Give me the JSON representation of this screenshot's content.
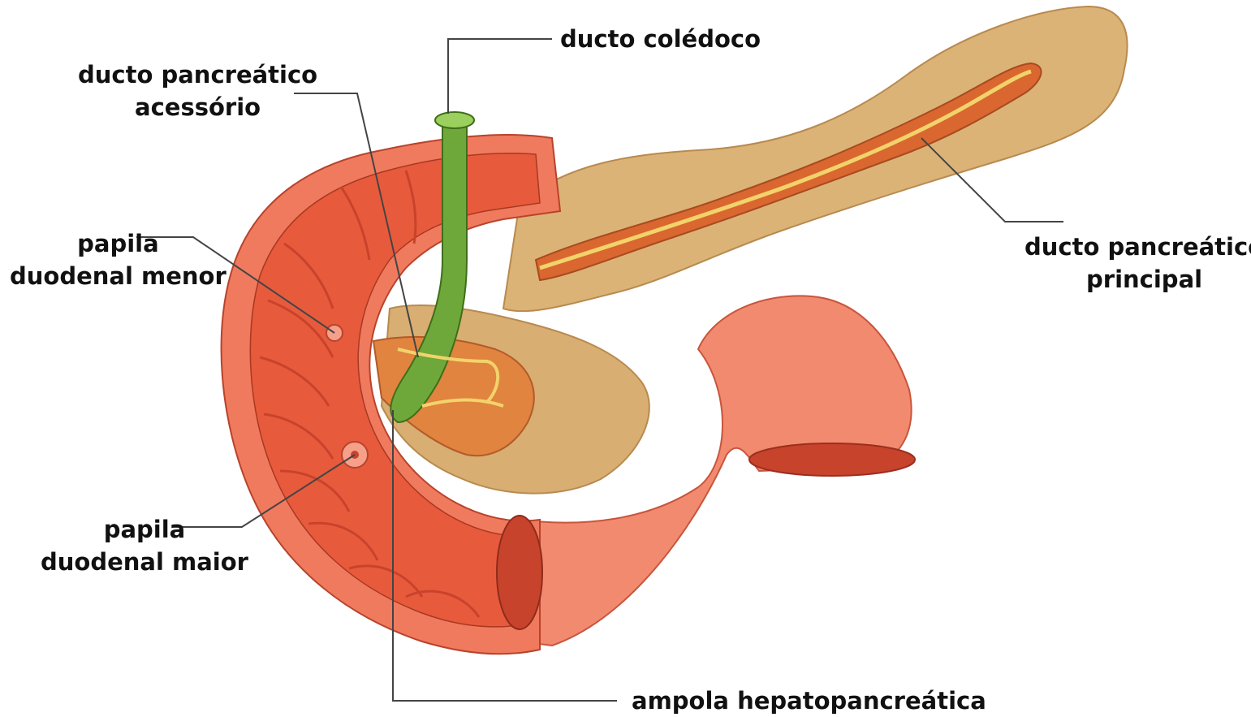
{
  "labels": {
    "common_bile_duct": "ducto colédoco",
    "accessory_duct": [
      "ducto pancreático",
      "acessório"
    ],
    "minor_papilla": [
      "papila",
      "duodenal menor"
    ],
    "major_papilla": [
      "papila",
      "duodenal maior"
    ],
    "main_duct": [
      "ducto pancreático",
      "principal"
    ],
    "ampulla": "ampola hepatopancreática"
  },
  "colors": {
    "pancreas": "#dcb377",
    "pancreas_shade": "#c4965a",
    "duodenum": "#f07a5e",
    "duodenum_inner": "#e85a3c",
    "duodenum_dark": "#c8432c",
    "bile_duct": "#6fa83a",
    "pancreatic_duct": "#f2d36b",
    "leader_line": "#444444"
  }
}
